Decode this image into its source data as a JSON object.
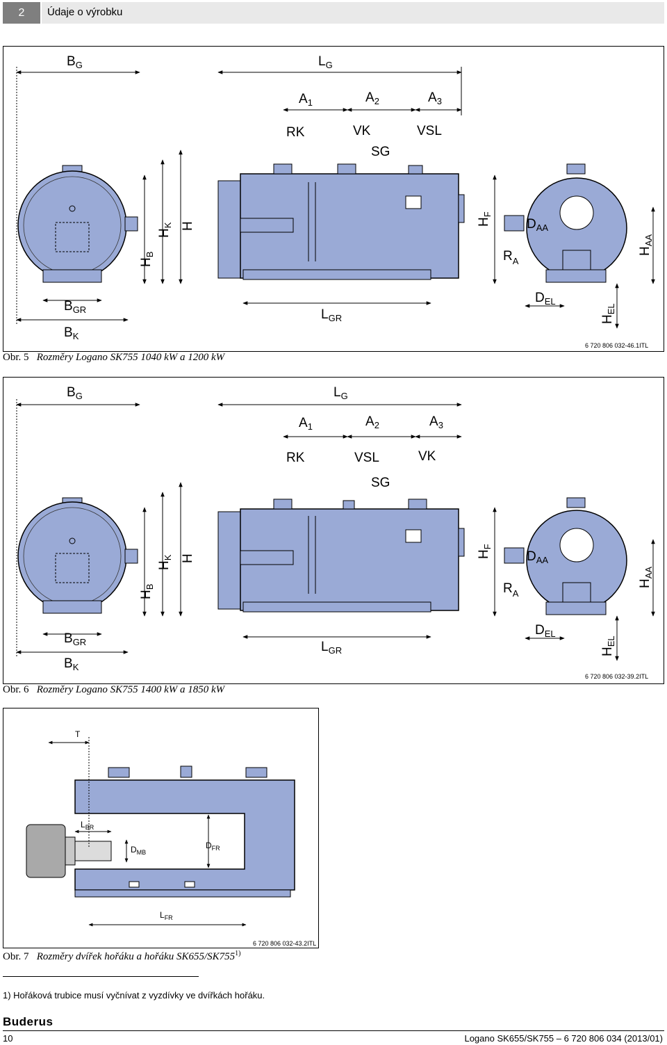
{
  "header": {
    "number": "2",
    "title": "Údaje o výrobku"
  },
  "figure5": {
    "caption_label": "Obr. 5",
    "caption_text": "Rozměry Logano SK755 1040 kW a 1200 kW",
    "code": "6 720 806 032-46.1ITL",
    "labels": {
      "BG": "B",
      "BG_s": "G",
      "LG": "L",
      "LG_s": "G",
      "A1": "A",
      "A1_s": "1",
      "A2": "A",
      "A2_s": "2",
      "A3": "A",
      "A3_s": "3",
      "c1": "RK",
      "c2": "VK",
      "c3": "VSL",
      "sg": "SG",
      "HF": "H",
      "HF_s": "F",
      "DAA": "D",
      "DAA_s": "AA",
      "RA": "R",
      "RA_s": "A",
      "HAA": "H",
      "HAA_s": "AA",
      "HB": "H",
      "HB_s": "B",
      "HK": "H",
      "HK_s": "K",
      "H": "H",
      "BGR": "B",
      "BGR_s": "GR",
      "BK": "B",
      "BK_s": "K",
      "LGR": "L",
      "LGR_s": "GR",
      "DEL": "D",
      "DEL_s": "EL",
      "HEL": "H",
      "HEL_s": "EL"
    }
  },
  "figure6": {
    "caption_label": "Obr. 6",
    "caption_text": "Rozměry Logano SK755 1400 kW a 1850 kW",
    "code": "6 720 806 032-39.2ITL",
    "labels": {
      "BG": "B",
      "BG_s": "G",
      "LG": "L",
      "LG_s": "G",
      "A1": "A",
      "A1_s": "1",
      "A2": "A",
      "A2_s": "2",
      "A3": "A",
      "A3_s": "3",
      "c1": "RK",
      "c2": "VSL",
      "c3": "VK",
      "sg": "SG",
      "HF": "H",
      "HF_s": "F",
      "DAA": "D",
      "DAA_s": "AA",
      "RA": "R",
      "RA_s": "A",
      "HAA": "H",
      "HAA_s": "AA",
      "HB": "H",
      "HB_s": "B",
      "HK": "H",
      "HK_s": "K",
      "H": "H",
      "BGR": "B",
      "BGR_s": "GR",
      "BK": "B",
      "BK_s": "K",
      "LGR": "L",
      "LGR_s": "GR",
      "DEL": "D",
      "DEL_s": "EL",
      "HEL": "H",
      "HEL_s": "EL"
    }
  },
  "figure7": {
    "caption_label": "Obr. 7",
    "caption_text": "Rozměry dvířek hořáku a hořáku SK655/SK755",
    "caption_sup": "1)",
    "code": "6 720 806 032-43.2ITL",
    "labels": {
      "T": "T",
      "LBR": "L",
      "LBR_s": "BR",
      "DMB": "D",
      "DMB_s": "MB",
      "DFR": "D",
      "DFR_s": "FR",
      "LFR": "L",
      "LFR_s": "FR"
    }
  },
  "footnote": "1) Hořáková trubice musí vyčnívat z vyzdívky ve dvířkách hořáku.",
  "footer": {
    "logo": "Buderus",
    "page": "10",
    "doc": "Logano SK655/SK755 – 6 720 806 034 (2013/01)"
  },
  "colors": {
    "boiler_fill": "#9aaad6",
    "boiler_dark": "#6f80b4",
    "burner": "#a9a9a9"
  }
}
